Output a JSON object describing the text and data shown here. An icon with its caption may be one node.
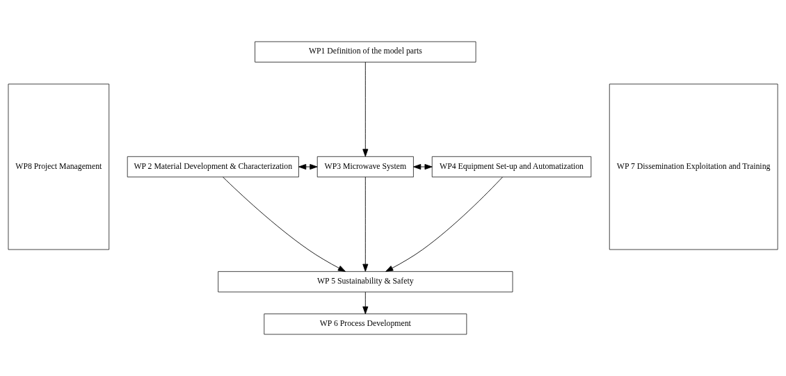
{
  "diagram": {
    "nodes": [
      {
        "text": [
          "WP8 Project Management"
        ]
      },
      {
        "text": [
          "WP1 Definition of the model parts"
        ]
      },
      {
        "text": [
          "WP 2 Material Development & Characterization"
        ]
      },
      {
        "text": [
          "WP3 Microwave System"
        ]
      },
      {
        "text": [
          "WP4 Equipment Set-up and Automatization"
        ]
      },
      {
        "text": [
          "WP 5 Sustainability & Safety"
        ]
      },
      {
        "text": [
          "WP 6 Process Development"
        ]
      },
      {
        "text": [
          "WP 7 Dissemination Exploitation and Training"
        ]
      }
    ],
    "edges": [
      {
        "from": 1,
        "to": 3,
        "arrow": "to"
      },
      {
        "from": 2,
        "to": 3,
        "arrow": "both"
      },
      {
        "from": 3,
        "to": 4,
        "arrow": "both"
      },
      {
        "from": 2,
        "to": 5,
        "arrow": "to"
      },
      {
        "from": 3,
        "to": 5,
        "arrow": "to"
      },
      {
        "from": 4,
        "to": 5,
        "arrow": "to"
      },
      {
        "from": 5,
        "to": 6,
        "arrow": "to"
      }
    ]
  }
}
